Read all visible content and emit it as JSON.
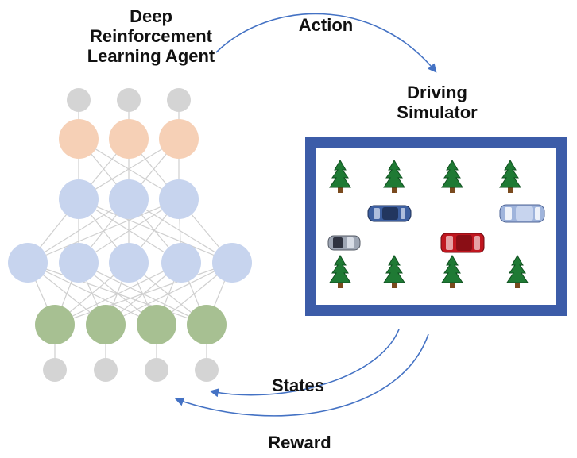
{
  "agent": {
    "title_lines": [
      "Deep",
      "Reinforcement",
      "Learning Agent"
    ]
  },
  "simulator": {
    "title_lines": [
      "Driving",
      "Simulator"
    ]
  },
  "arrows": {
    "action": "Action",
    "states": "States",
    "reward": "Reward"
  },
  "network": {
    "layers": [
      {
        "name": "output",
        "count": 3,
        "color": "#d4d4d4"
      },
      {
        "name": "hidden-3",
        "count": 3,
        "color": "#f6d0b6"
      },
      {
        "name": "hidden-2",
        "count": 3,
        "color": "#c7d4ee"
      },
      {
        "name": "hidden-1",
        "count": 5,
        "color": "#c7d4ee"
      },
      {
        "name": "hidden-0",
        "count": 4,
        "color": "#a7c092"
      },
      {
        "name": "input",
        "count": 4,
        "color": "#d4d4d4"
      }
    ]
  },
  "colors": {
    "arrow": "#4472c4",
    "frame": "#3c5ca8",
    "tree": "#1f7a34",
    "car_blue": "#3d5fa0",
    "car_light": "#9fb4dc",
    "car_red": "#c0161f"
  },
  "scene": {
    "tree_rows": 2,
    "trees_per_row": 4,
    "cars": [
      "blue-car",
      "light-car",
      "grey-car",
      "red-car"
    ]
  }
}
